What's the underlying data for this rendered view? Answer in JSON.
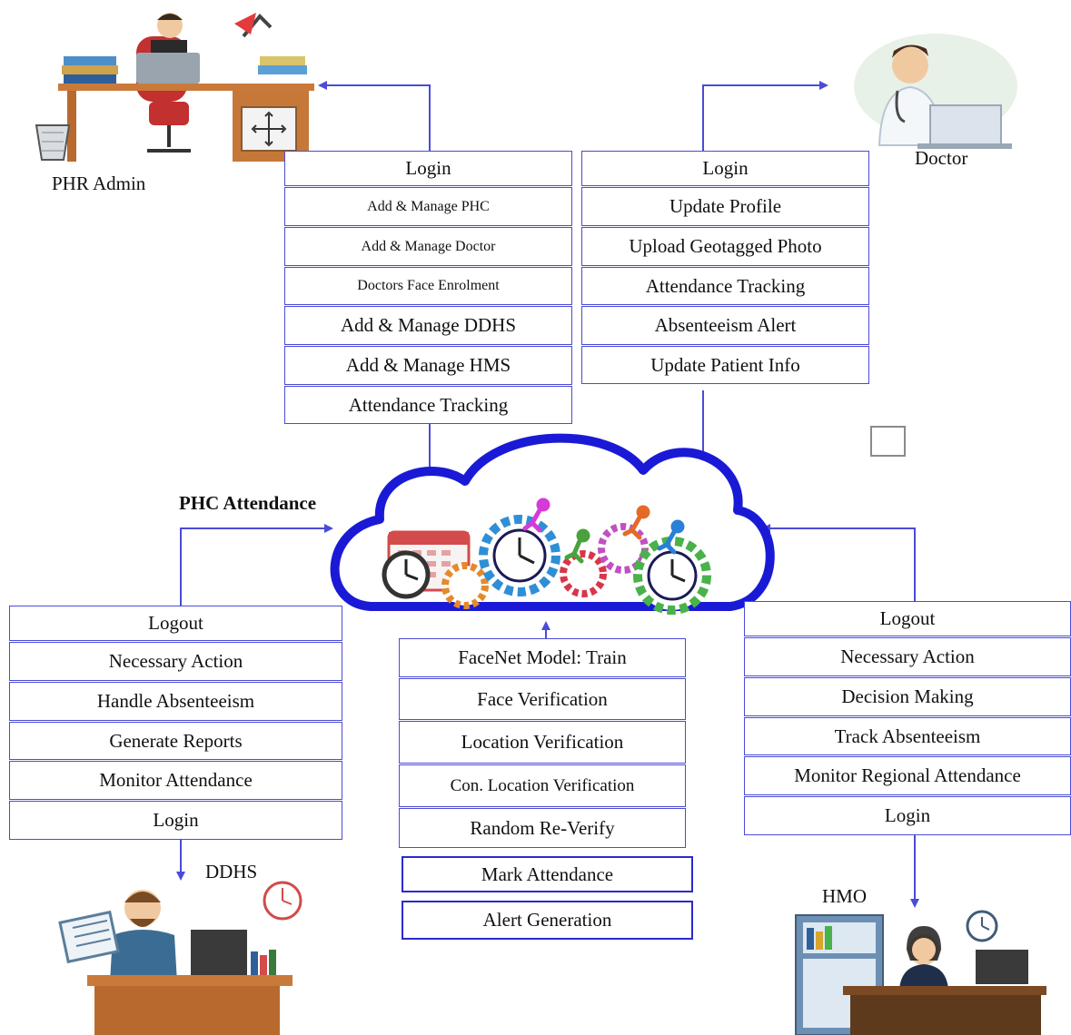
{
  "labels": {
    "phr_admin": "PHR Admin",
    "doctor": "Doctor",
    "ddhs": "DDHS",
    "hmo": "HMO",
    "phc_attendance": "PHC Attendance"
  },
  "admin_menu": [
    "Login",
    "Add & Manage PHC",
    "Add & Manage Doctor",
    "Doctors Face Enrolment",
    "Add & Manage DDHS",
    "Add & Manage HMS",
    "Attendance Tracking"
  ],
  "doctor_menu": [
    "Login",
    "Update Profile",
    "Upload Geotagged Photo",
    "Attendance Tracking",
    "Absenteeism Alert",
    "Update Patient Info"
  ],
  "ddhs_menu": [
    "Logout",
    "Necessary Action",
    "Handle Absenteeism",
    "Generate Reports",
    "Monitor Attendance",
    "Login"
  ],
  "core_menu": [
    "FaceNet Model: Train",
    "Face Verification",
    "Location Verification",
    "Con. Location Verification",
    "Random Re-Verify",
    "Mark Attendance",
    "Alert Generation"
  ],
  "hmo_menu": [
    "Logout",
    "Necessary Action",
    "Decision Making",
    "Track Absenteeism",
    "Monitor Regional Attendance",
    "Login"
  ],
  "colors": {
    "line": "#4b4bd8",
    "cloud": "#1a1ad6",
    "border": "#4b4bd8"
  },
  "icons": [
    "admin-desk-illustration",
    "doctor-laptop-illustration",
    "ddhs-officer-illustration",
    "hmo-officer-illustration",
    "clock-icon",
    "calendar-icon",
    "gear-icon",
    "runner-icon"
  ]
}
